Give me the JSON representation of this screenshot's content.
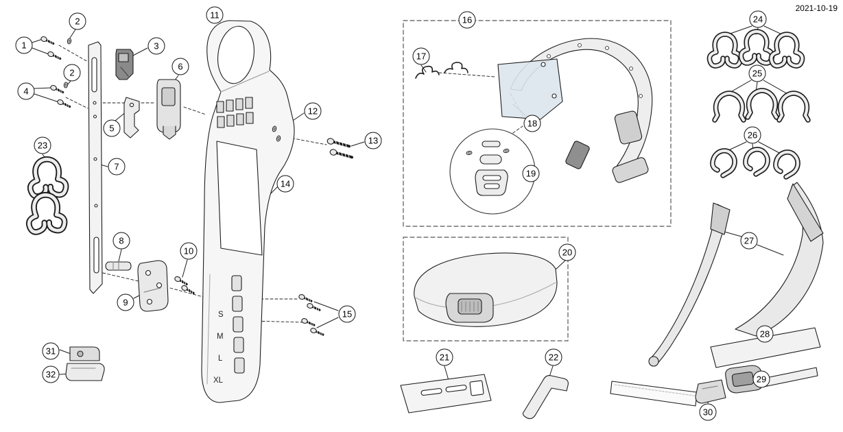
{
  "page": {
    "revision_date": "2021-10-19"
  },
  "frame_size_marks": [
    "S",
    "M",
    "L",
    "XL"
  ],
  "callouts": [
    {
      "label": "1"
    },
    {
      "label": "2"
    },
    {
      "label": "2"
    },
    {
      "label": "3"
    },
    {
      "label": "4"
    },
    {
      "label": "5"
    },
    {
      "label": "6"
    },
    {
      "label": "7"
    },
    {
      "label": "8"
    },
    {
      "label": "9"
    },
    {
      "label": "10"
    },
    {
      "label": "11"
    },
    {
      "label": "12"
    },
    {
      "label": "13"
    },
    {
      "label": "14"
    },
    {
      "label": "15"
    },
    {
      "label": "16"
    },
    {
      "label": "17"
    },
    {
      "label": "18"
    },
    {
      "label": "19"
    },
    {
      "label": "20"
    },
    {
      "label": "21"
    },
    {
      "label": "22"
    },
    {
      "label": "23"
    },
    {
      "label": "24"
    },
    {
      "label": "25"
    },
    {
      "label": "26"
    },
    {
      "label": "27"
    },
    {
      "label": "28"
    },
    {
      "label": "29"
    },
    {
      "label": "30"
    },
    {
      "label": "31"
    },
    {
      "label": "32"
    }
  ]
}
